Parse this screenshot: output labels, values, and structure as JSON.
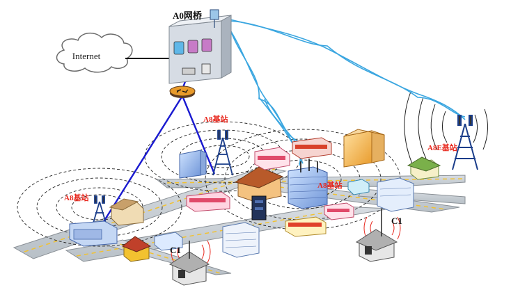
{
  "labels": {
    "gateway": "A0网桥",
    "internet": "Internet",
    "station_a8_top": "A8基站",
    "station_a8_left": "A8基站",
    "station_a8_center": "A8基站",
    "station_a8e": "A8E基站",
    "client_c1_left": "C1",
    "client_c1_right": "C1"
  },
  "colors": {
    "road": "#c9d0d6",
    "road_edge": "#8a9096",
    "road_stripe": "#f1c232",
    "link_blue": "#1a1ad0",
    "wireless_cyan": "#3aa6e0",
    "label_red": "#e8281e",
    "tower": "#1a3d8a"
  }
}
